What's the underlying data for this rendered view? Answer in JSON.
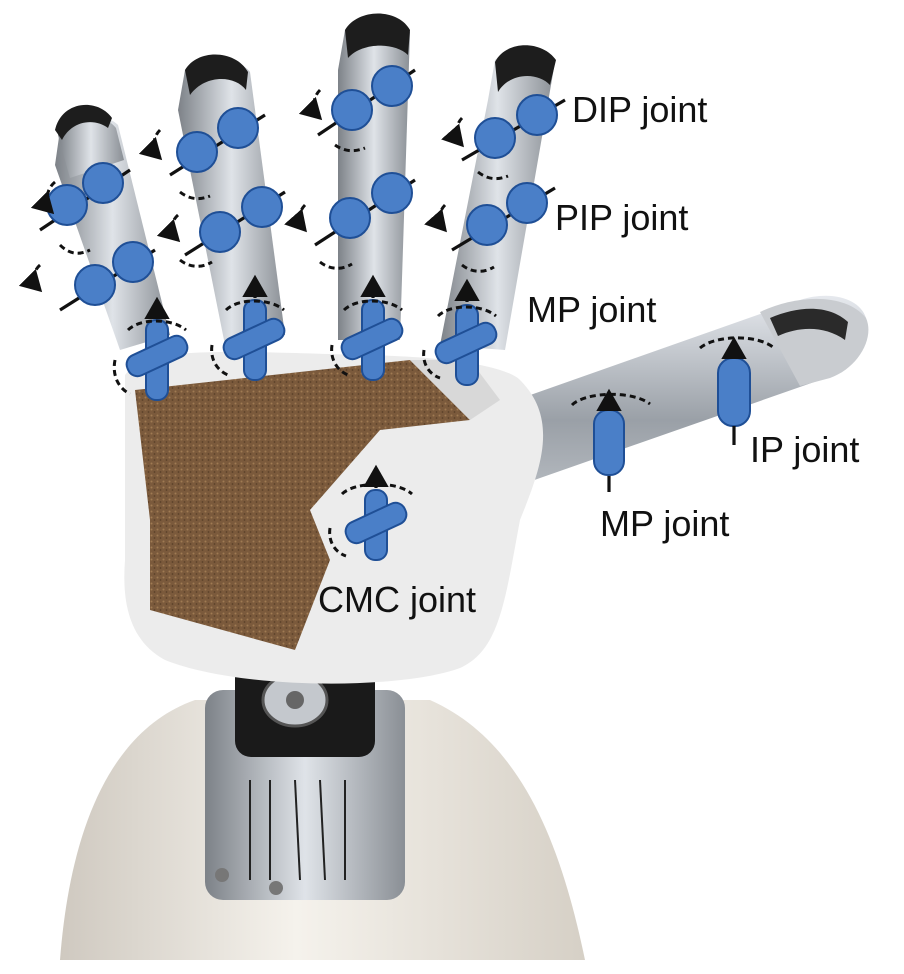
{
  "labels": {
    "dip": "DIP joint",
    "pip": "PIP joint",
    "mp_finger": "MP joint",
    "mp_thumb": "MP joint",
    "ip": "IP joint",
    "cmc": "CMC joint"
  },
  "colors": {
    "joint_fill": "#4a7fc8",
    "joint_stroke": "#1f4f96",
    "palm": "#7b5a3c",
    "shell": "#e9e4dc",
    "metal": "#a9adb3",
    "fingertip": "#1d1d1d",
    "foam": "#ececec",
    "label": "#111111"
  },
  "icons": {
    "joint_roll": "blue-cylinder-pair-icon",
    "joint_cross": "blue-cylinder-cross-icon",
    "rotation": "curved-arrow-icon"
  }
}
